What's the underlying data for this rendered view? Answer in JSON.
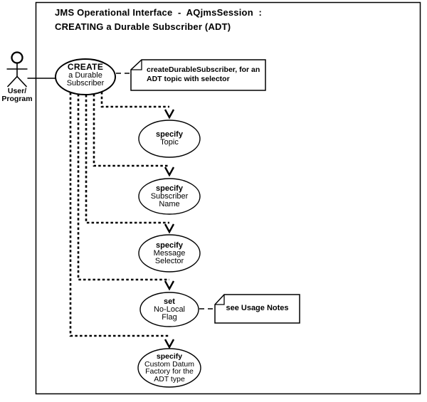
{
  "title": {
    "line1": "JMS Operational Interface  -  AQjmsSession  :",
    "line2": "CREATING a Durable Subscriber (ADT)"
  },
  "actor": {
    "name_line1": "User/",
    "name_line2": "Program"
  },
  "main_use_case": {
    "lines": [
      "CREATE",
      "a Durable",
      "Subscriber"
    ]
  },
  "sub_use_cases": [
    {
      "id": "specify-topic",
      "lines": [
        "specify",
        "Topic"
      ]
    },
    {
      "id": "specify-subscriber-name",
      "lines": [
        "specify",
        "Subscriber",
        "Name"
      ]
    },
    {
      "id": "specify-message-selector",
      "lines": [
        "specify",
        "Message",
        "Selector"
      ]
    },
    {
      "id": "set-no-local-flag",
      "lines": [
        "set",
        "No-Local",
        "Flag"
      ]
    },
    {
      "id": "specify-custom-datum-factory",
      "lines": [
        "specify",
        "Custom Datum",
        "Factory for the",
        "ADT type"
      ]
    }
  ],
  "notes": [
    {
      "id": "create-note",
      "line1": "createDurableSubscriber, for an",
      "line2": "ADT topic with selector"
    },
    {
      "id": "usage-note",
      "line1": "see Usage Notes"
    }
  ],
  "colors": {
    "line": "#000000",
    "background": "#ffffff",
    "text": "#000000"
  }
}
